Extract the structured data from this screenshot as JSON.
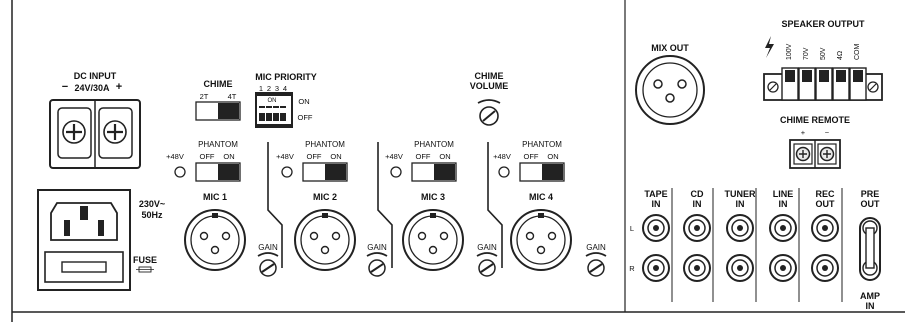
{
  "dc_input": {
    "title": "DC INPUT",
    "rating": "24V/30A",
    "minus": "−",
    "plus": "+"
  },
  "ac_input": {
    "voltage": "230V~",
    "frequency": "50Hz",
    "fuse_label": "FUSE"
  },
  "chime": {
    "label": "CHIME",
    "opt_2t": "2T",
    "opt_4t": "4T"
  },
  "mic_priority": {
    "label": "MIC PRIORITY",
    "dip_numbers": [
      "1",
      "2",
      "3",
      "4"
    ],
    "dip_on": "ON",
    "on_label": "ON",
    "off_label": "OFF"
  },
  "chime_volume": {
    "line1": "CHIME",
    "line2": "VOLUME"
  },
  "phantom": {
    "label": "PHANTOM",
    "plus48": "+48V",
    "off": "OFF",
    "on": "ON"
  },
  "mics": [
    {
      "label": "MIC 1"
    },
    {
      "label": "MIC 2"
    },
    {
      "label": "MIC 3"
    },
    {
      "label": "MIC 4"
    }
  ],
  "gain_label": "GAIN",
  "mix_out": "MIX OUT",
  "speaker_output": {
    "title": "SPEAKER OUTPUT",
    "terminals": [
      "100V",
      "70V",
      "50V",
      "4Ω",
      "COM"
    ]
  },
  "chime_remote": {
    "title": "CHIME REMOTE",
    "plus": "+",
    "minus": "−"
  },
  "rca_inputs": [
    {
      "line1": "TAPE",
      "line2": "IN"
    },
    {
      "line1": "CD",
      "line2": "IN"
    },
    {
      "line1": "TUNER",
      "line2": "IN"
    },
    {
      "line1": "LINE",
      "line2": "IN"
    },
    {
      "line1": "REC",
      "line2": "OUT"
    },
    {
      "line1": "PRE",
      "line2": "OUT"
    }
  ],
  "channel_left": "L",
  "channel_right": "R",
  "amp_in": {
    "line1": "AMP",
    "line2": "IN"
  }
}
